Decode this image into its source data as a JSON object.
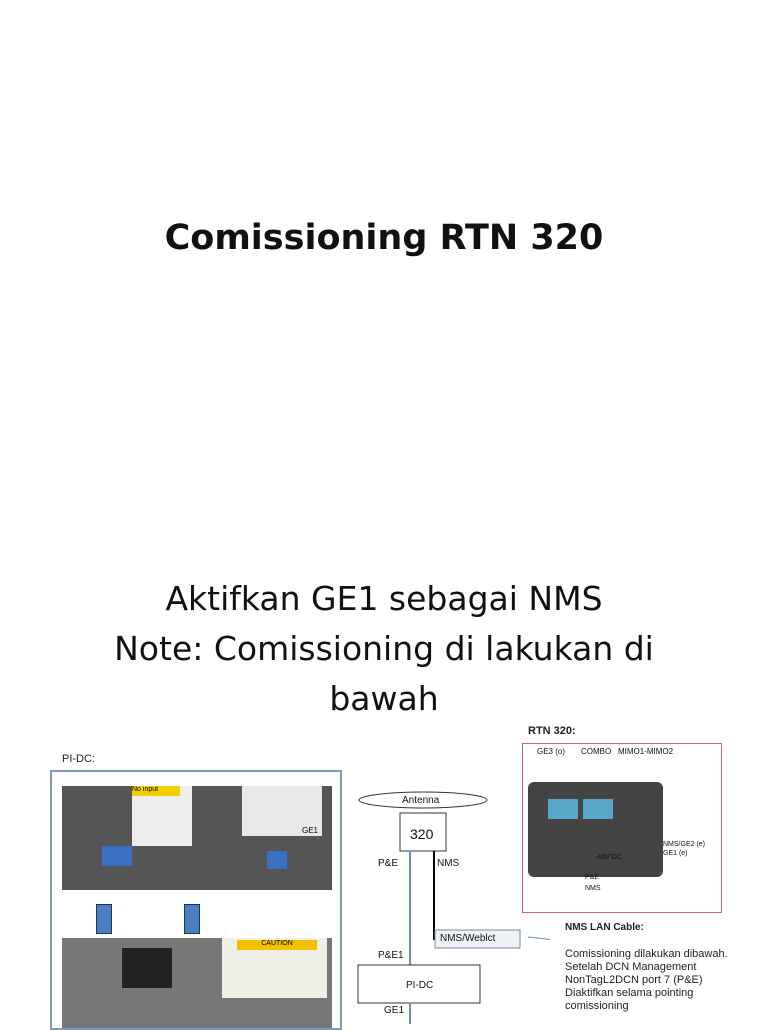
{
  "slide1": {
    "title": "Comissioning RTN 320"
  },
  "slide2": {
    "line1": "Aktifkan GE1 sebagai NMS",
    "line2": "Note: Comissioning di lakukan di",
    "line3": "bawah"
  },
  "figure": {
    "pidc_label": "PI-DC:",
    "rtn_label": "RTN 320:",
    "rtn_ports": {
      "ge3": "GE3 (o)",
      "combo": "COMBO",
      "mimo": "MIMO1-MIMO2",
      "nms_ge2": "NMS/GE2 (e)",
      "ge1": "GE1 (e)",
      "dc": "-48V DC",
      "pe": "P&E",
      "nms": "NMS"
    },
    "photo_labels": {
      "no_input": "No input",
      "ge1": "GE1",
      "caution": "CAUTION"
    },
    "diagram": {
      "antenna": "Antenna",
      "unit": "320",
      "pe": "P&E",
      "nms": "NMS",
      "nms_weblct": "NMS/Weblct",
      "pe1": "P&E1",
      "pidc": "PI-DC",
      "ge1": "GE1"
    },
    "note_title": "NMS LAN Cable:",
    "note_body": "Comissioning dilakukan dibawah. Setelah DCN Management NonTagL2DCN port 7 (P&E) Diaktifkan selama pointing comissioning"
  }
}
